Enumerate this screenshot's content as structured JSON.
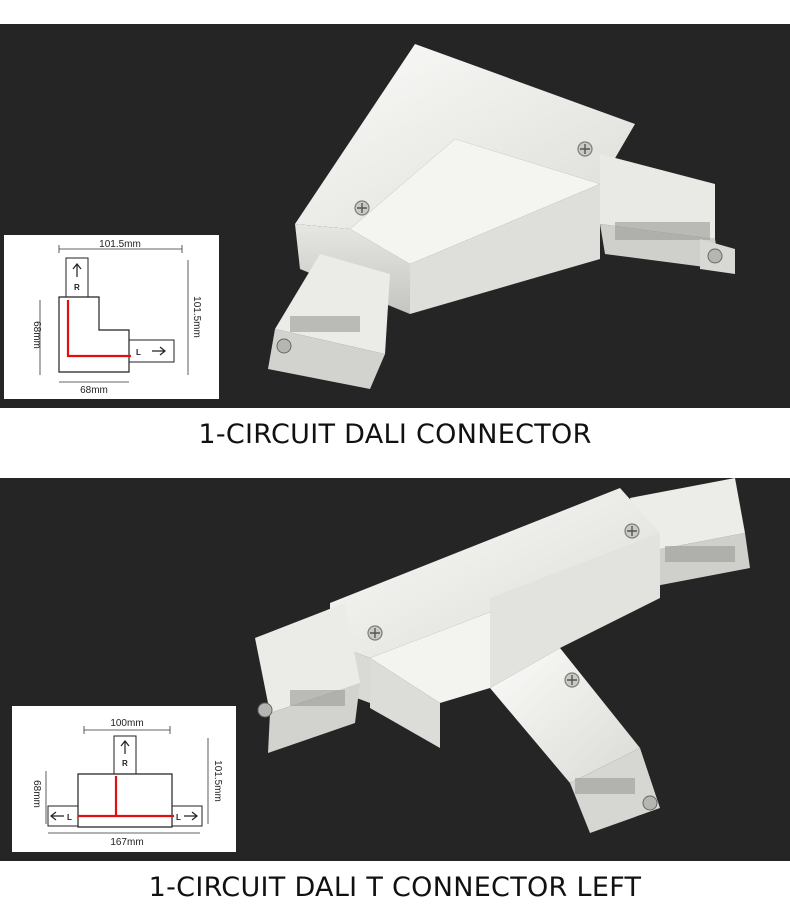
{
  "sections": [
    {
      "caption": "1-CIRCUIT DALI CONNECTOR",
      "diagram": {
        "top_dimension": "101.5mm",
        "right_dimension": "101.5mm",
        "left_dimension": "68mm",
        "bottom_dimension": "68mm",
        "label_r": "R",
        "label_l": "L"
      }
    },
    {
      "caption": "1-CIRCUIT DALI T CONNECTOR LEFT",
      "diagram": {
        "top_dimension": "100mm",
        "right_dimension": "101.5mm",
        "left_dimension": "68mm",
        "bottom_dimension": "167mm",
        "label_r": "R",
        "label_l": "L",
        "label_left_end": "L"
      }
    }
  ],
  "colors": {
    "background_panel": "#252525",
    "product_body": "#f1f1ee",
    "circuit_line": "#e01010"
  }
}
